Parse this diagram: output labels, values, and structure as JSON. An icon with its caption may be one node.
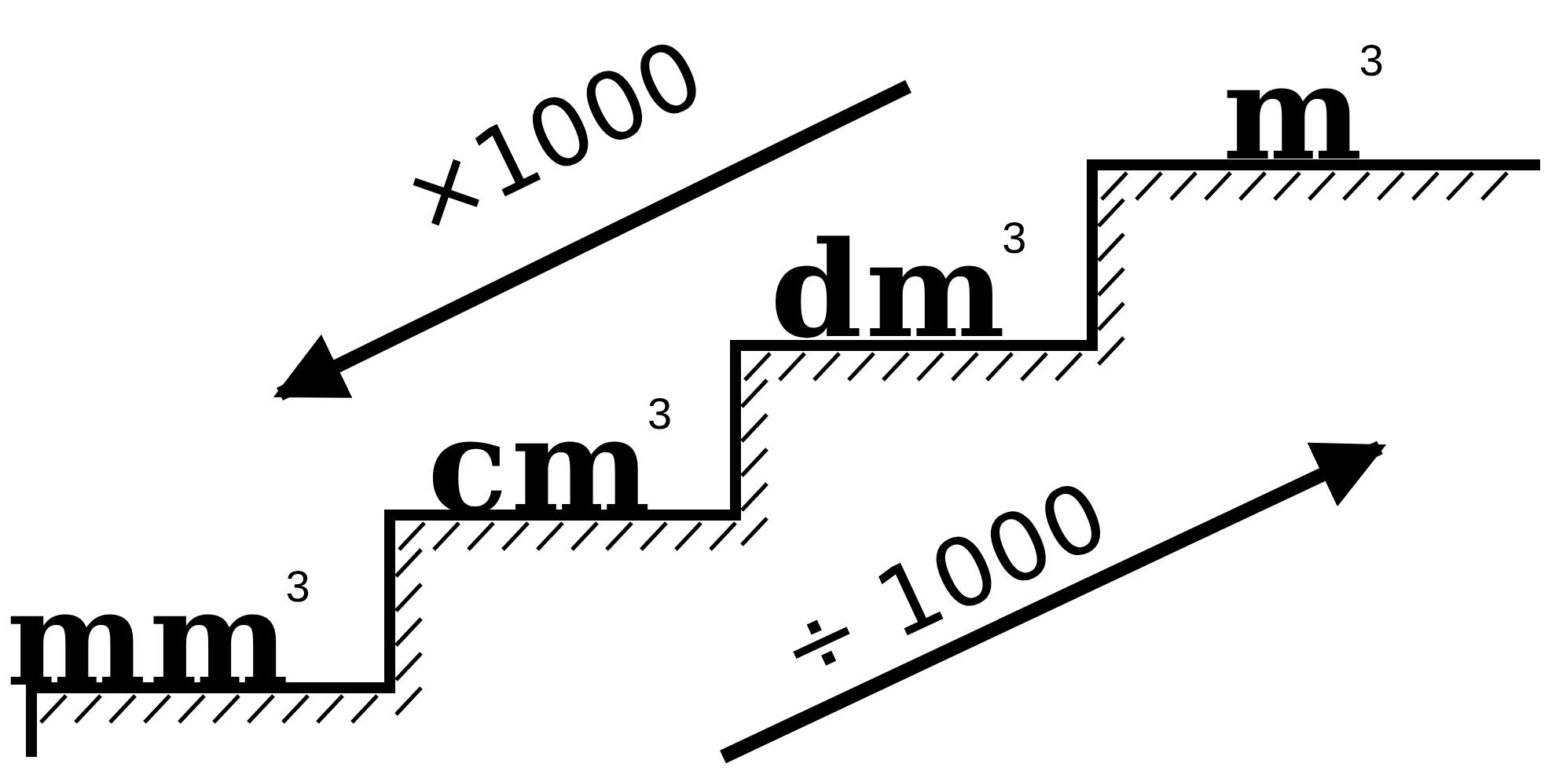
{
  "diagram": {
    "labels": [
      "×1000",
      "m$^{3}$",
      "dm$^{3}$",
      "cm$^{3}$",
      "mm$^{3}$",
      "÷ 1000"
    ]
  }
}
